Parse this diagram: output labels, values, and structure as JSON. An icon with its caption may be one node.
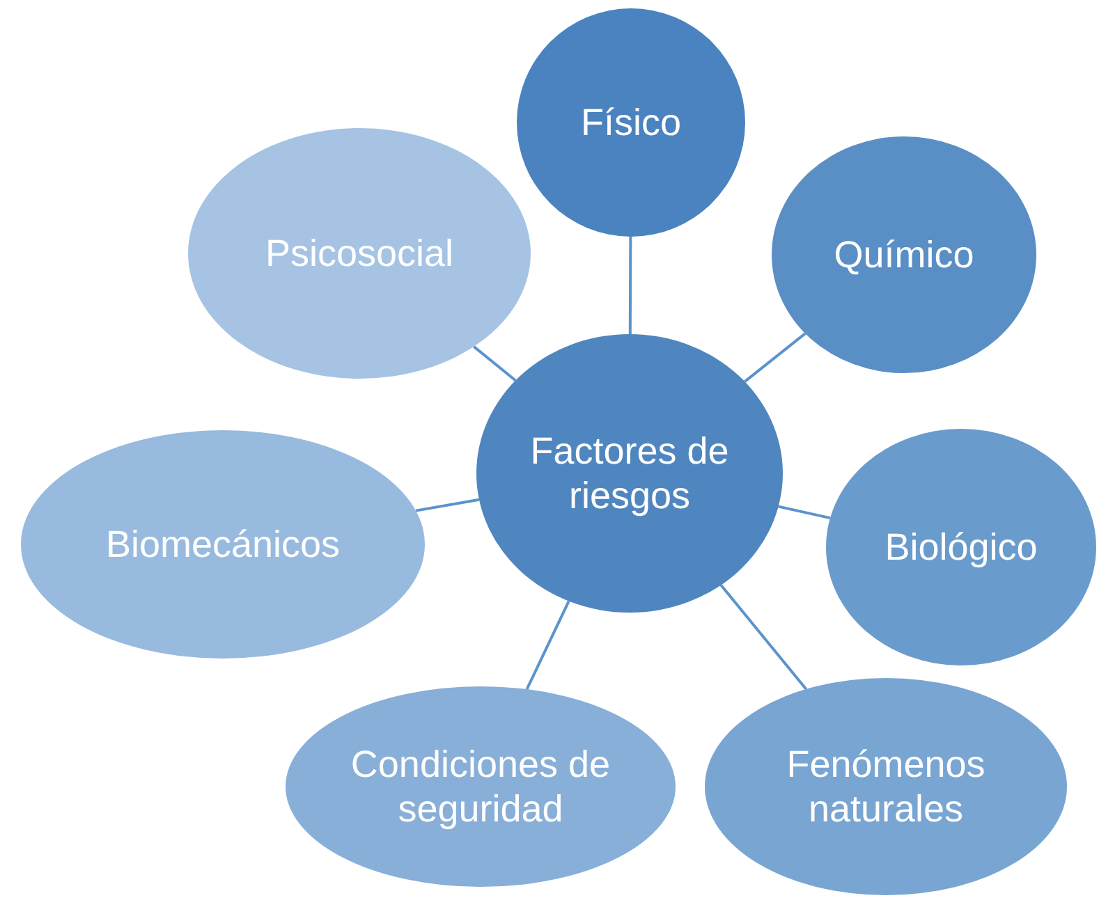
{
  "diagram": {
    "nodes": [
      {
        "text": [
          "Factores de riesgos"
        ]
      },
      {
        "text": [
          "Físico"
        ]
      },
      {
        "text": [
          "Químico"
        ]
      },
      {
        "text": [
          "Biológico"
        ]
      },
      {
        "text": [
          "Fenómenos naturales"
        ]
      },
      {
        "text": [
          "Condiciones de seguridad"
        ]
      },
      {
        "text": [
          "Biomecánicos"
        ]
      },
      {
        "text": [
          "Psicosocial"
        ]
      }
    ],
    "edges": [
      {
        "from": 0,
        "to": 1,
        "arrow": "none"
      },
      {
        "from": 0,
        "to": 2,
        "arrow": "none"
      },
      {
        "from": 0,
        "to": 3,
        "arrow": "none"
      },
      {
        "from": 0,
        "to": 4,
        "arrow": "none"
      },
      {
        "from": 0,
        "to": 5,
        "arrow": "none"
      },
      {
        "from": 0,
        "to": 6,
        "arrow": "none"
      },
      {
        "from": 0,
        "to": 7,
        "arrow": "none"
      }
    ]
  }
}
